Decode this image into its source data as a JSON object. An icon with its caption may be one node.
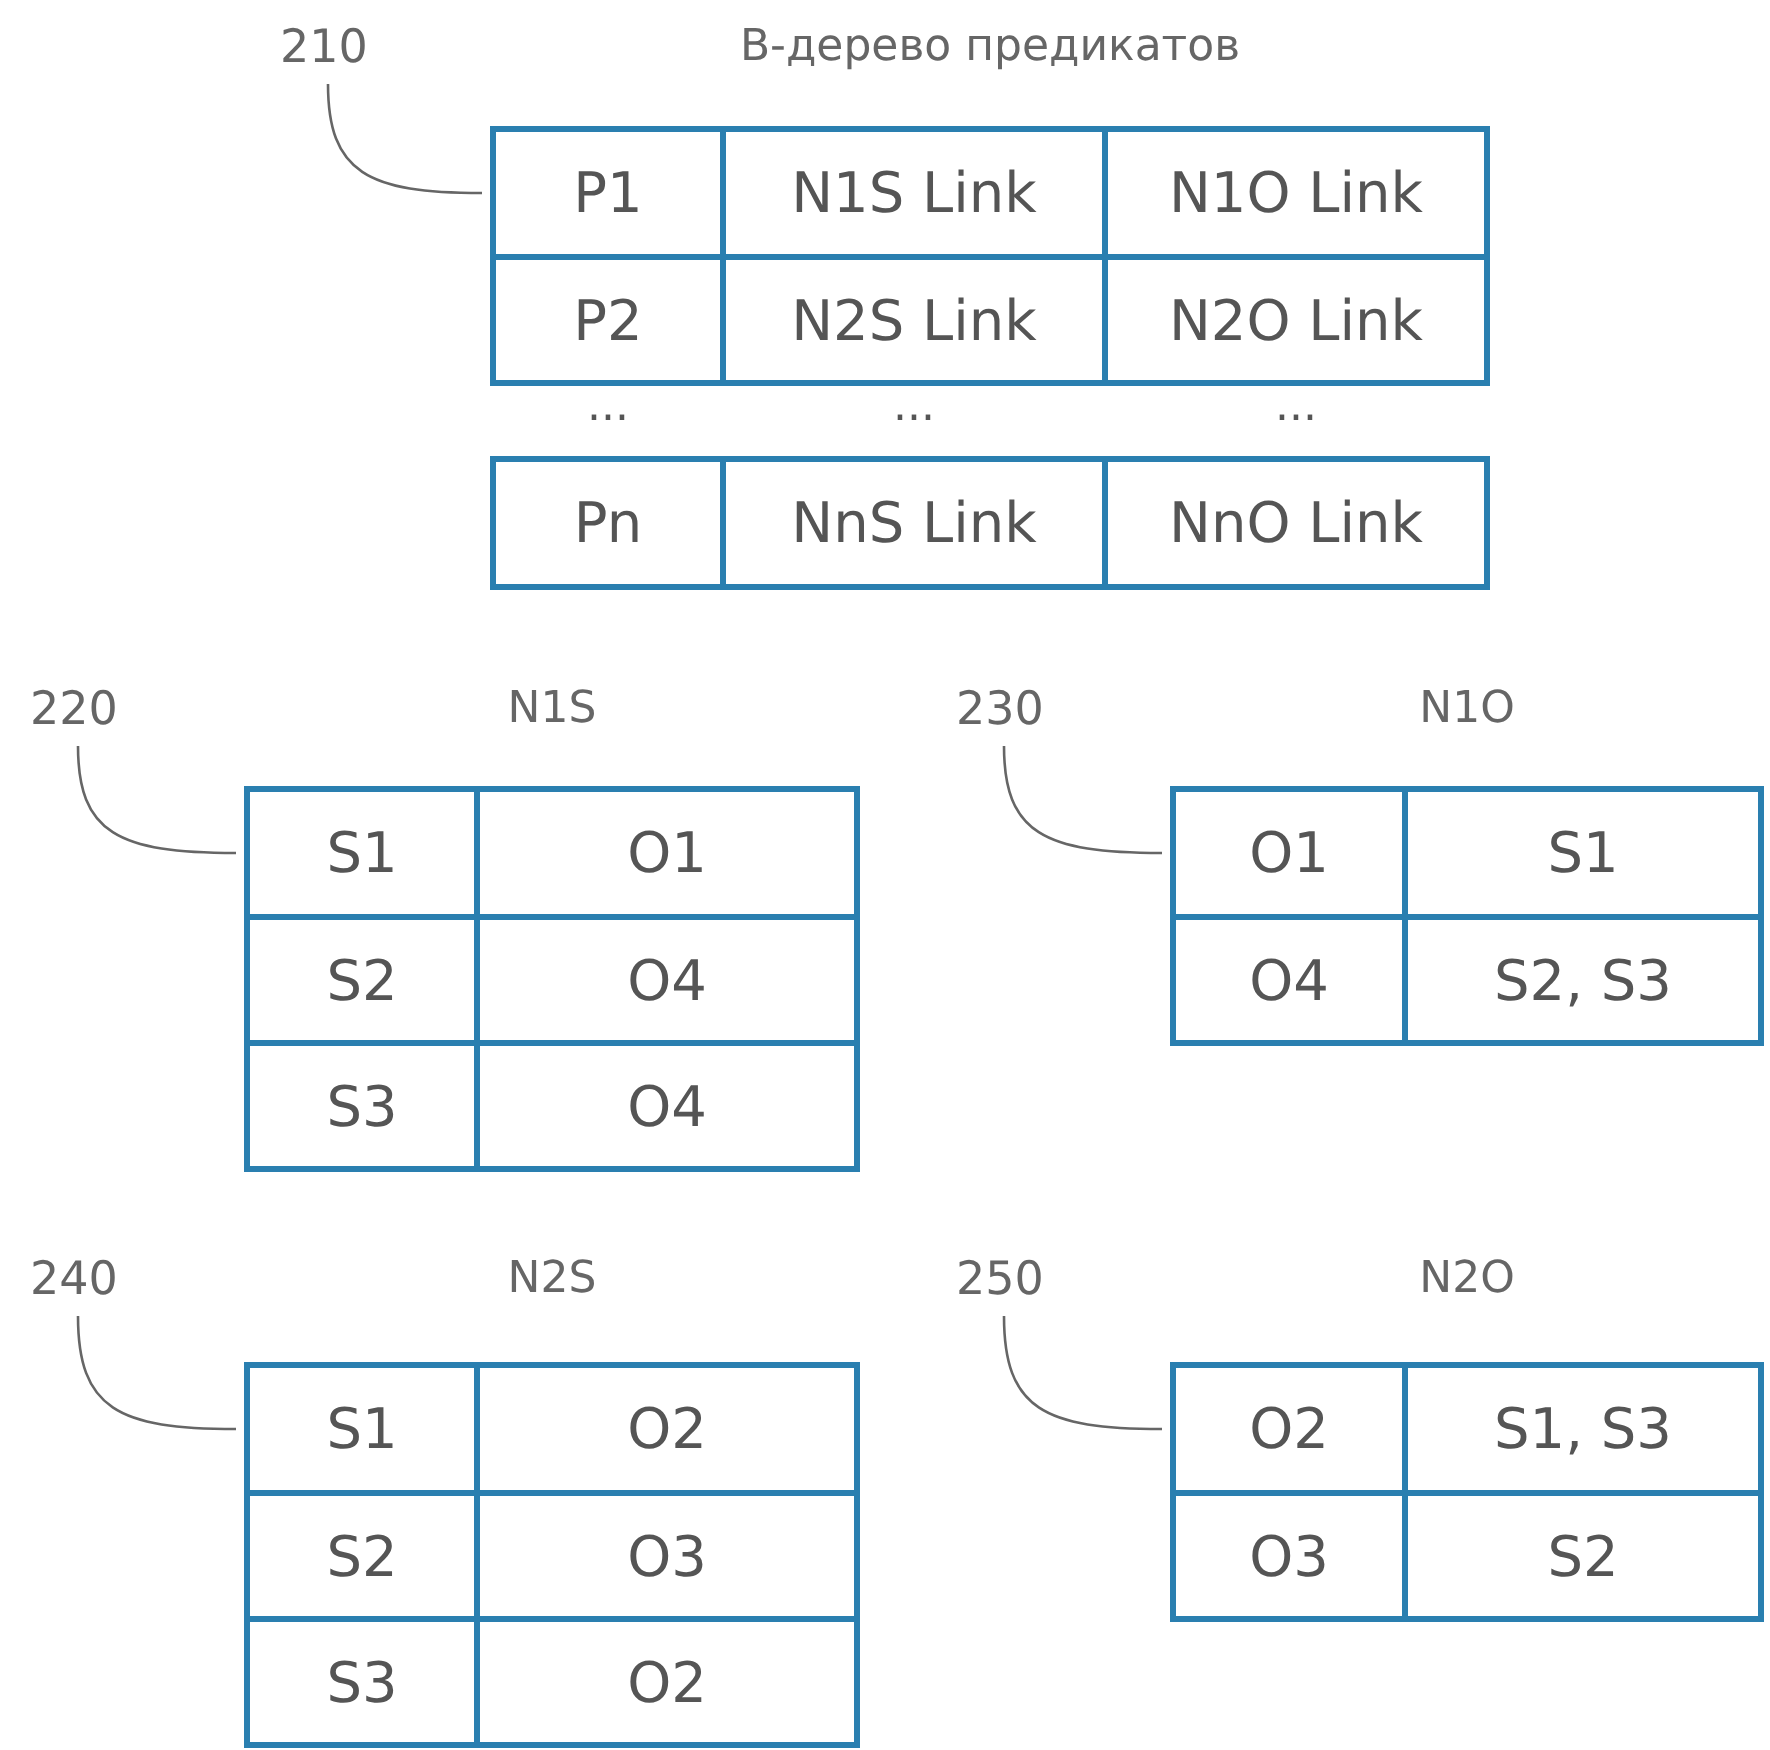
{
  "diagram": {
    "nodes": [
      {
        "text": [
          "210"
        ]
      },
      {
        "text": [
          "В-дерево предикатов"
        ]
      },
      {
        "text": [
          "220"
        ]
      },
      {
        "text": [
          "N1S"
        ]
      },
      {
        "text": [
          "230"
        ]
      },
      {
        "text": [
          "N1O"
        ]
      },
      {
        "text": [
          "240"
        ]
      },
      {
        "text": [
          "N2S"
        ]
      },
      {
        "text": [
          "250"
        ]
      },
      {
        "text": [
          "N2O"
        ]
      }
    ],
    "edges": [
      {
        "from": 0,
        "to": 1,
        "arrow": "none"
      },
      {
        "from": 2,
        "to": 3,
        "arrow": "none"
      },
      {
        "from": 4,
        "to": 5,
        "arrow": "none"
      },
      {
        "from": 6,
        "to": 7,
        "arrow": "none"
      },
      {
        "from": 8,
        "to": 9,
        "arrow": "none"
      }
    ],
    "labels": [
      "P1",
      "N1S Link",
      "N1O Link",
      "P2",
      "N2S Link",
      "N2O Link",
      "...",
      "...",
      "...",
      "Pn",
      "NnS Link",
      "NnO Link",
      "S1",
      "O1",
      "S2",
      "O4",
      "S3",
      "O4",
      "O1",
      "S1",
      "O4",
      "S2, S3",
      "S1",
      "O2",
      "S2",
      "O3",
      "S3",
      "O2",
      "O2",
      "S1, S3",
      "O3",
      "S2"
    ]
  }
}
